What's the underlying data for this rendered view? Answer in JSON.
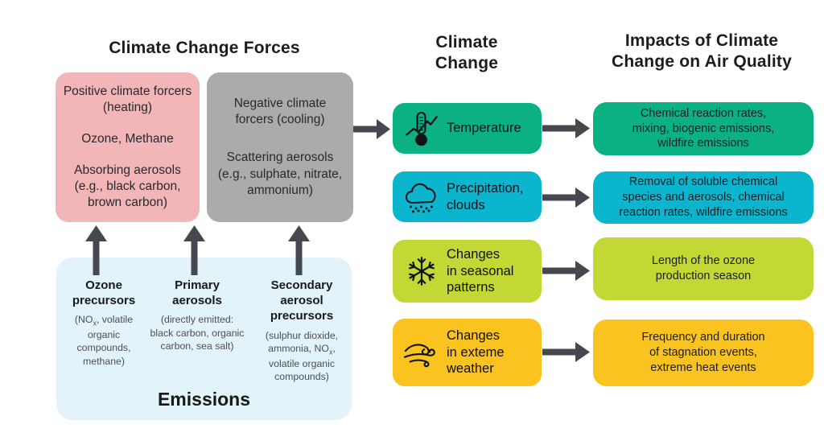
{
  "colors": {
    "pink": "#f2b6b9",
    "gray": "#ababab",
    "lightblue": "#e2f4fa",
    "green": "#0cb183",
    "cyan": "#0bb5cd",
    "lime": "#c3d834",
    "amber": "#fbc31f",
    "arrow": "#45484e"
  },
  "forces": {
    "title": "Climate Change Forces",
    "positive": {
      "p1": "Positive climate forcers (heating)",
      "p2": "Ozone, Methane",
      "p3": "Absorbing aerosols (e.g., black carbon, brown carbon)"
    },
    "negative": {
      "p1": "Negative climate forcers (cooling)",
      "p2": "Scattering aerosols (e.g., sulphate, nitrate, ammonium)"
    },
    "emissions": {
      "label": "Emissions",
      "columns": [
        {
          "header": "Ozone precursors",
          "sub_pre": "(NO",
          "sub_x": "x",
          "sub_post": ", volatile organic compounds, methane)"
        },
        {
          "header": "Primary aerosols",
          "sub_pre": "(directly emitted: black carbon, organic carbon, sea salt)",
          "sub_x": "",
          "sub_post": ""
        },
        {
          "header": "Secondary aerosol precursors",
          "sub_pre": "(sulphur dioxide, ammonia, NO",
          "sub_x": "x",
          "sub_post": ", volatile organic compounds)"
        }
      ]
    }
  },
  "climate": {
    "title_line1": "Climate",
    "title_line2": "Change",
    "rows": [
      {
        "icon": "thermometer-icon",
        "label": "Temperature",
        "label_lines": [
          "Temperature"
        ]
      },
      {
        "icon": "rain-cloud-icon",
        "label": "Precipitation, clouds",
        "label_lines": [
          "Precipitation,",
          "clouds"
        ]
      },
      {
        "icon": "snowflake-icon",
        "label": "Changes in seasonal patterns",
        "label_lines": [
          "Changes",
          "in seasonal",
          "patterns"
        ]
      },
      {
        "icon": "wind-icon",
        "label": "Changes in exteme weather",
        "label_lines": [
          "Changes",
          "in exteme",
          "weather"
        ]
      }
    ]
  },
  "impacts": {
    "title_line1": "Impacts of Climate",
    "title_line2": "Change on Air Quality",
    "boxes": [
      {
        "lines": [
          "Chemical reaction rates,",
          "mixing, biogenic emissions,",
          "wildfire emissions"
        ]
      },
      {
        "lines": [
          "Removal of soluble chemical",
          "species and aerosols, chemical",
          "reaction rates, wildfire emissions"
        ]
      },
      {
        "lines": [
          "Length of the ozone",
          "production season"
        ]
      },
      {
        "lines": [
          "Frequency and duration",
          "of stagnation events,",
          "extreme heat events"
        ]
      }
    ]
  }
}
